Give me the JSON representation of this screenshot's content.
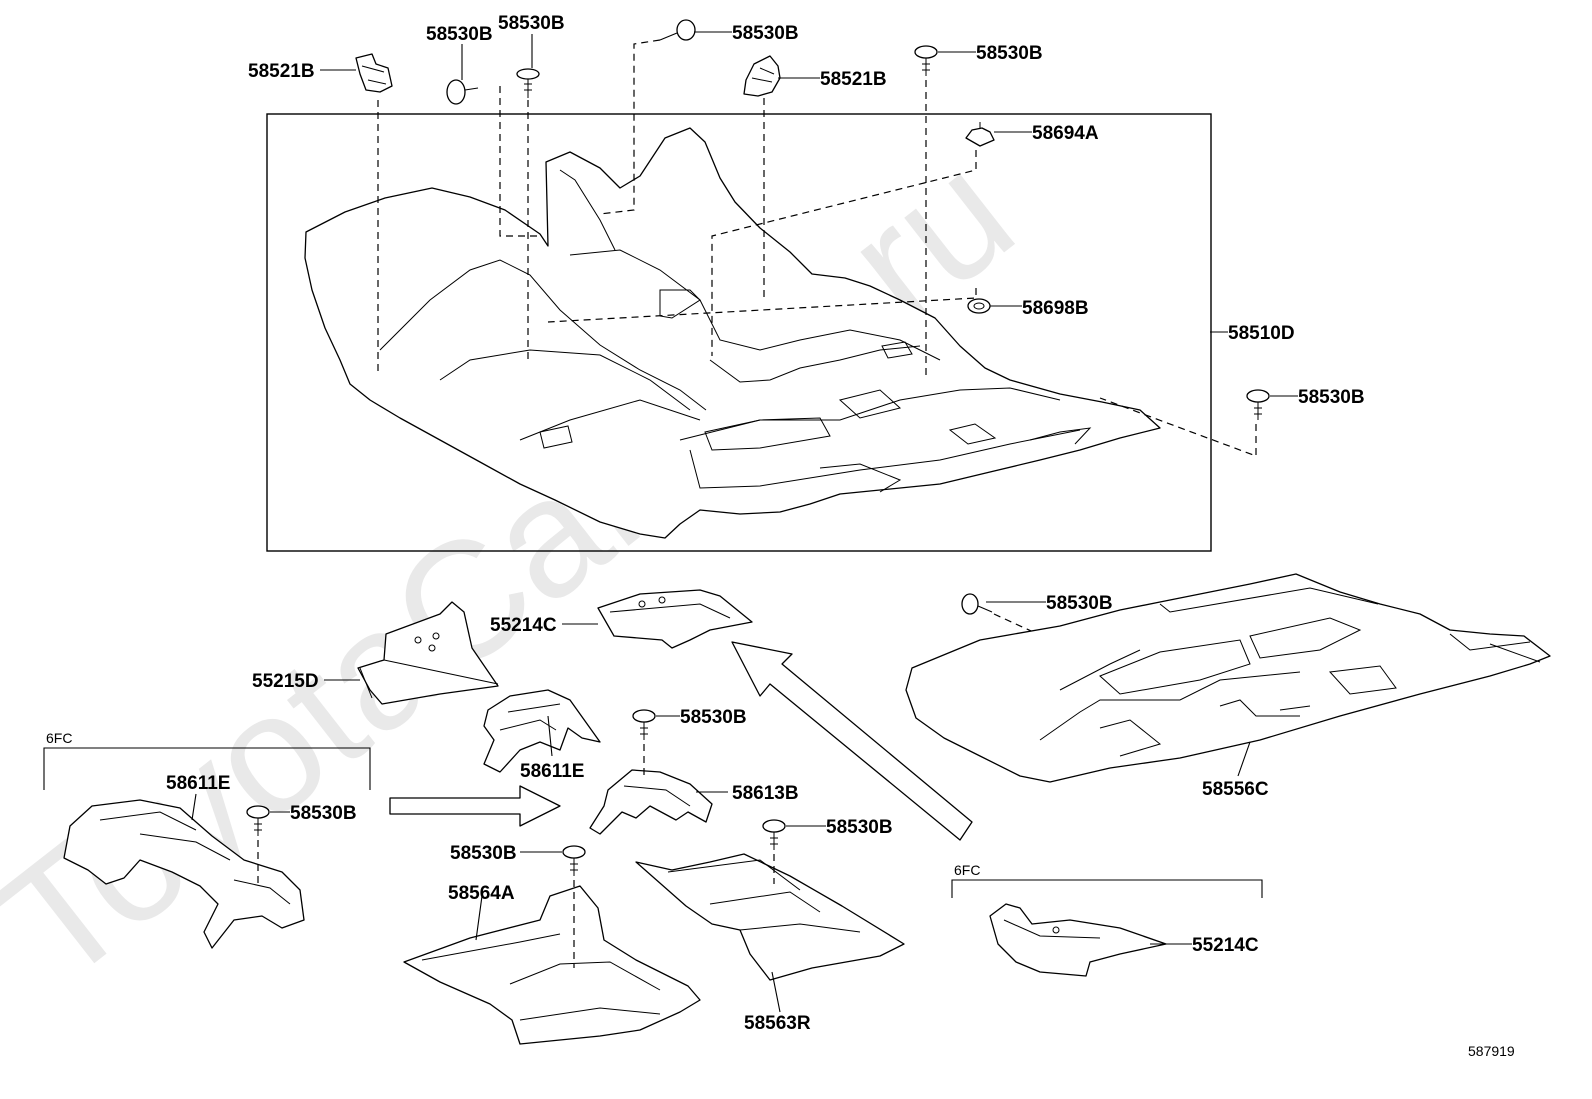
{
  "watermark": "ToyotaCarline.ru",
  "diagram_id": "587919",
  "group_labels": {
    "left": "6FC",
    "right": "6FC"
  },
  "parts": {
    "p58521B_left": "58521B",
    "p58530B_a": "58530B",
    "p58530B_b": "58530B",
    "p58530B_c": "58530B",
    "p58521B_right": "58521B",
    "p58530B_d": "58530B",
    "p58694A": "58694A",
    "p58698B": "58698B",
    "p58510D": "58510D",
    "p58530B_e": "58530B",
    "p55214C_top": "55214C",
    "p55215D": "55215D",
    "p58530B_f": "58530B",
    "p58611E_center": "58611E",
    "p58530B_g": "58530B",
    "p58613B": "58613B",
    "p58611E_left": "58611E",
    "p58530B_h": "58530B",
    "p58556C": "58556C",
    "p58530B_i": "58530B",
    "p58530B_j": "58530B",
    "p58564A": "58564A",
    "p58563R": "58563R",
    "p55214C_bottom": "55214C"
  }
}
